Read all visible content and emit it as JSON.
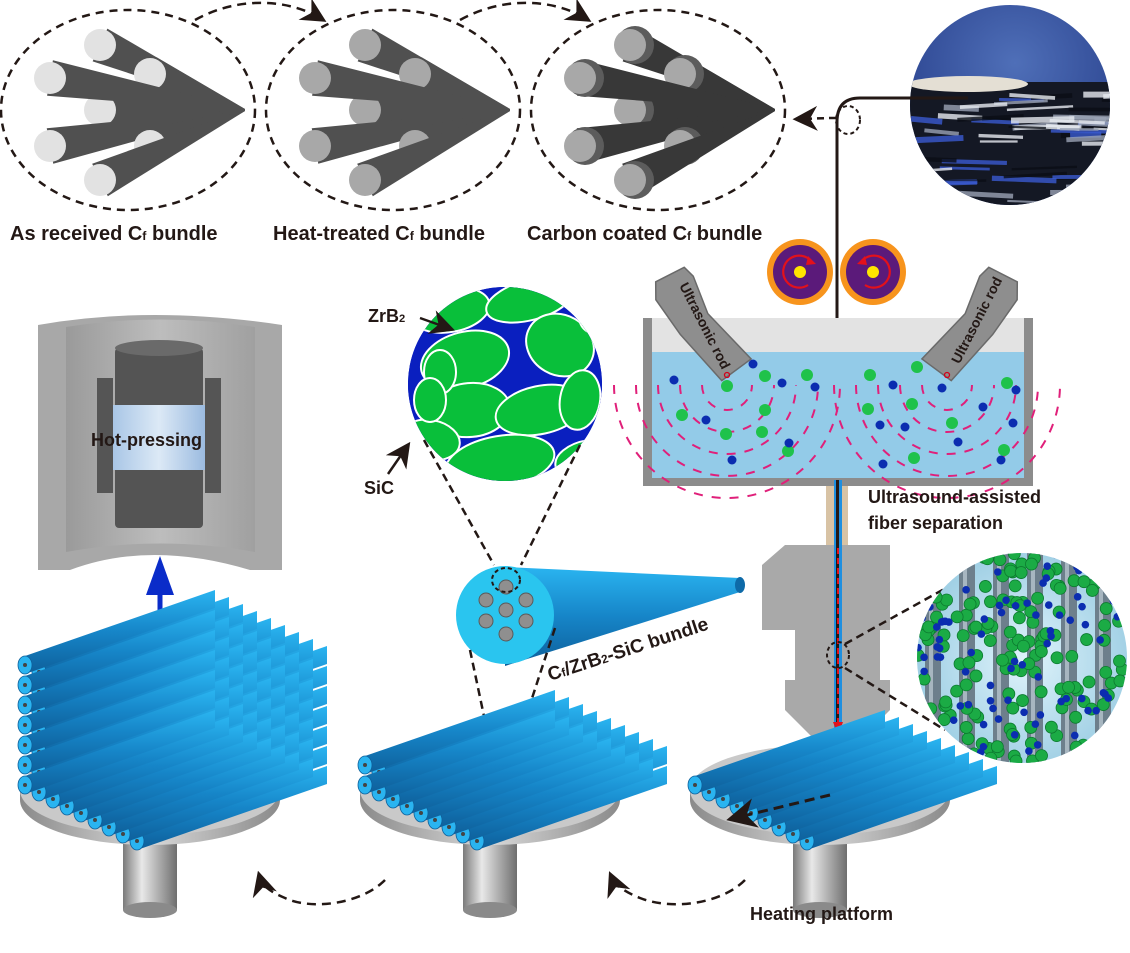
{
  "title": "Fabrication process of Cf/ZrB2-SiC composites",
  "colors": {
    "fiber_end_received": "#e2e2e2",
    "fiber_end_treated": "#a8a8a8",
    "fiber_body": "#4a4a4a",
    "bath_liquid": "#93cbe8",
    "tank_wall": "#8c8c8c",
    "zrb2_grain": "#09bf3a",
    "sic_phase": "#0a1fbf",
    "roller_outer": "#f7941d",
    "roller_inner": "#5b1a7a",
    "roller_center": "#ffe500",
    "rotation_arrow": "#e3111b",
    "wave": "#e0207a",
    "particle_green": "#1fc24b",
    "particle_blue": "#0b2db0",
    "bundle_blue": "#1a8fd6",
    "hot_press_arrow": "#0a2cc9",
    "dashed_arrow": "#231815"
  },
  "stages": [
    {
      "id": "as-received",
      "label_pre": "As received C",
      "label_sub": "f",
      "label_post": " bundle"
    },
    {
      "id": "heat-treated",
      "label_pre": "Heat-treated C",
      "label_sub": "f",
      "label_post": " bundle"
    },
    {
      "id": "carbon-coated",
      "label_pre": "Carbon coated C",
      "label_sub": "f",
      "label_post": " bundle"
    }
  ],
  "ultrasonic": {
    "rod_left_label": "Ultrasonic rod",
    "rod_right_label": "Ultrasonic rod",
    "caption_line1": "Ultrasound-assisted",
    "caption_line2": "fiber separation"
  },
  "microstructure": {
    "zrb2_label_main": "ZrB",
    "zrb2_label_sub": "2",
    "sic_label": "SiC"
  },
  "bundle": {
    "label_c": "C",
    "label_f": "f",
    "label_mid": "/ZrB",
    "label_2": "2",
    "label_end": "-SiC bundle"
  },
  "hot_pressing": {
    "label": "Hot-pressing"
  },
  "platform": {
    "label": "Heating platform"
  }
}
